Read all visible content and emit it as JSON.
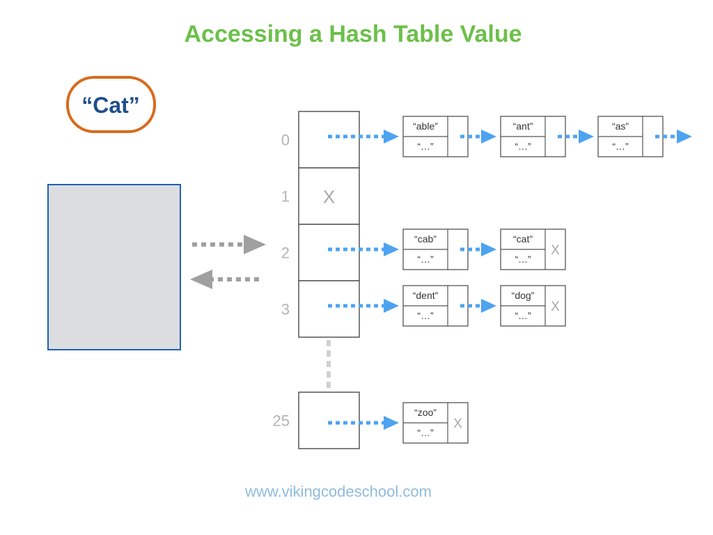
{
  "title": "Accessing a Hash Table Value",
  "key_label": "“Cat”",
  "hash_function_box": {
    "color": "#dcdde0",
    "border": "#1f5fb4"
  },
  "buckets": [
    {
      "index": "0",
      "empty": false,
      "nodes": [
        {
          "key": "“able”",
          "value": "“…”",
          "end": false
        },
        {
          "key": "“ant”",
          "value": "“…”",
          "end": false
        },
        {
          "key": "“as”",
          "value": "“…”",
          "end": false
        }
      ],
      "continues": true
    },
    {
      "index": "1",
      "empty": true,
      "empty_marker": "X",
      "nodes": []
    },
    {
      "index": "2",
      "empty": false,
      "nodes": [
        {
          "key": "“cab”",
          "value": "“…”",
          "end": false
        },
        {
          "key": "“cat”",
          "value": "“…”",
          "end": true,
          "end_marker": "X"
        }
      ]
    },
    {
      "index": "3",
      "empty": false,
      "nodes": [
        {
          "key": "“dent”",
          "value": "“…”",
          "end": false
        },
        {
          "key": "“dog”",
          "value": "“…”",
          "end": true,
          "end_marker": "X"
        }
      ]
    },
    {
      "index": "25",
      "empty": false,
      "nodes": [
        {
          "key": "“zoo”",
          "value": "“…”",
          "end": true,
          "end_marker": "X"
        }
      ]
    }
  ],
  "footer": "www.vikingcodeschool.com",
  "colors": {
    "title": "#6cc04a",
    "key_text": "#1f4e8c",
    "key_border": "#d86a1c",
    "pointer_arrow": "#4da3f0",
    "hash_arrow": "#a0a0a0",
    "footer": "#8fbcdc"
  }
}
